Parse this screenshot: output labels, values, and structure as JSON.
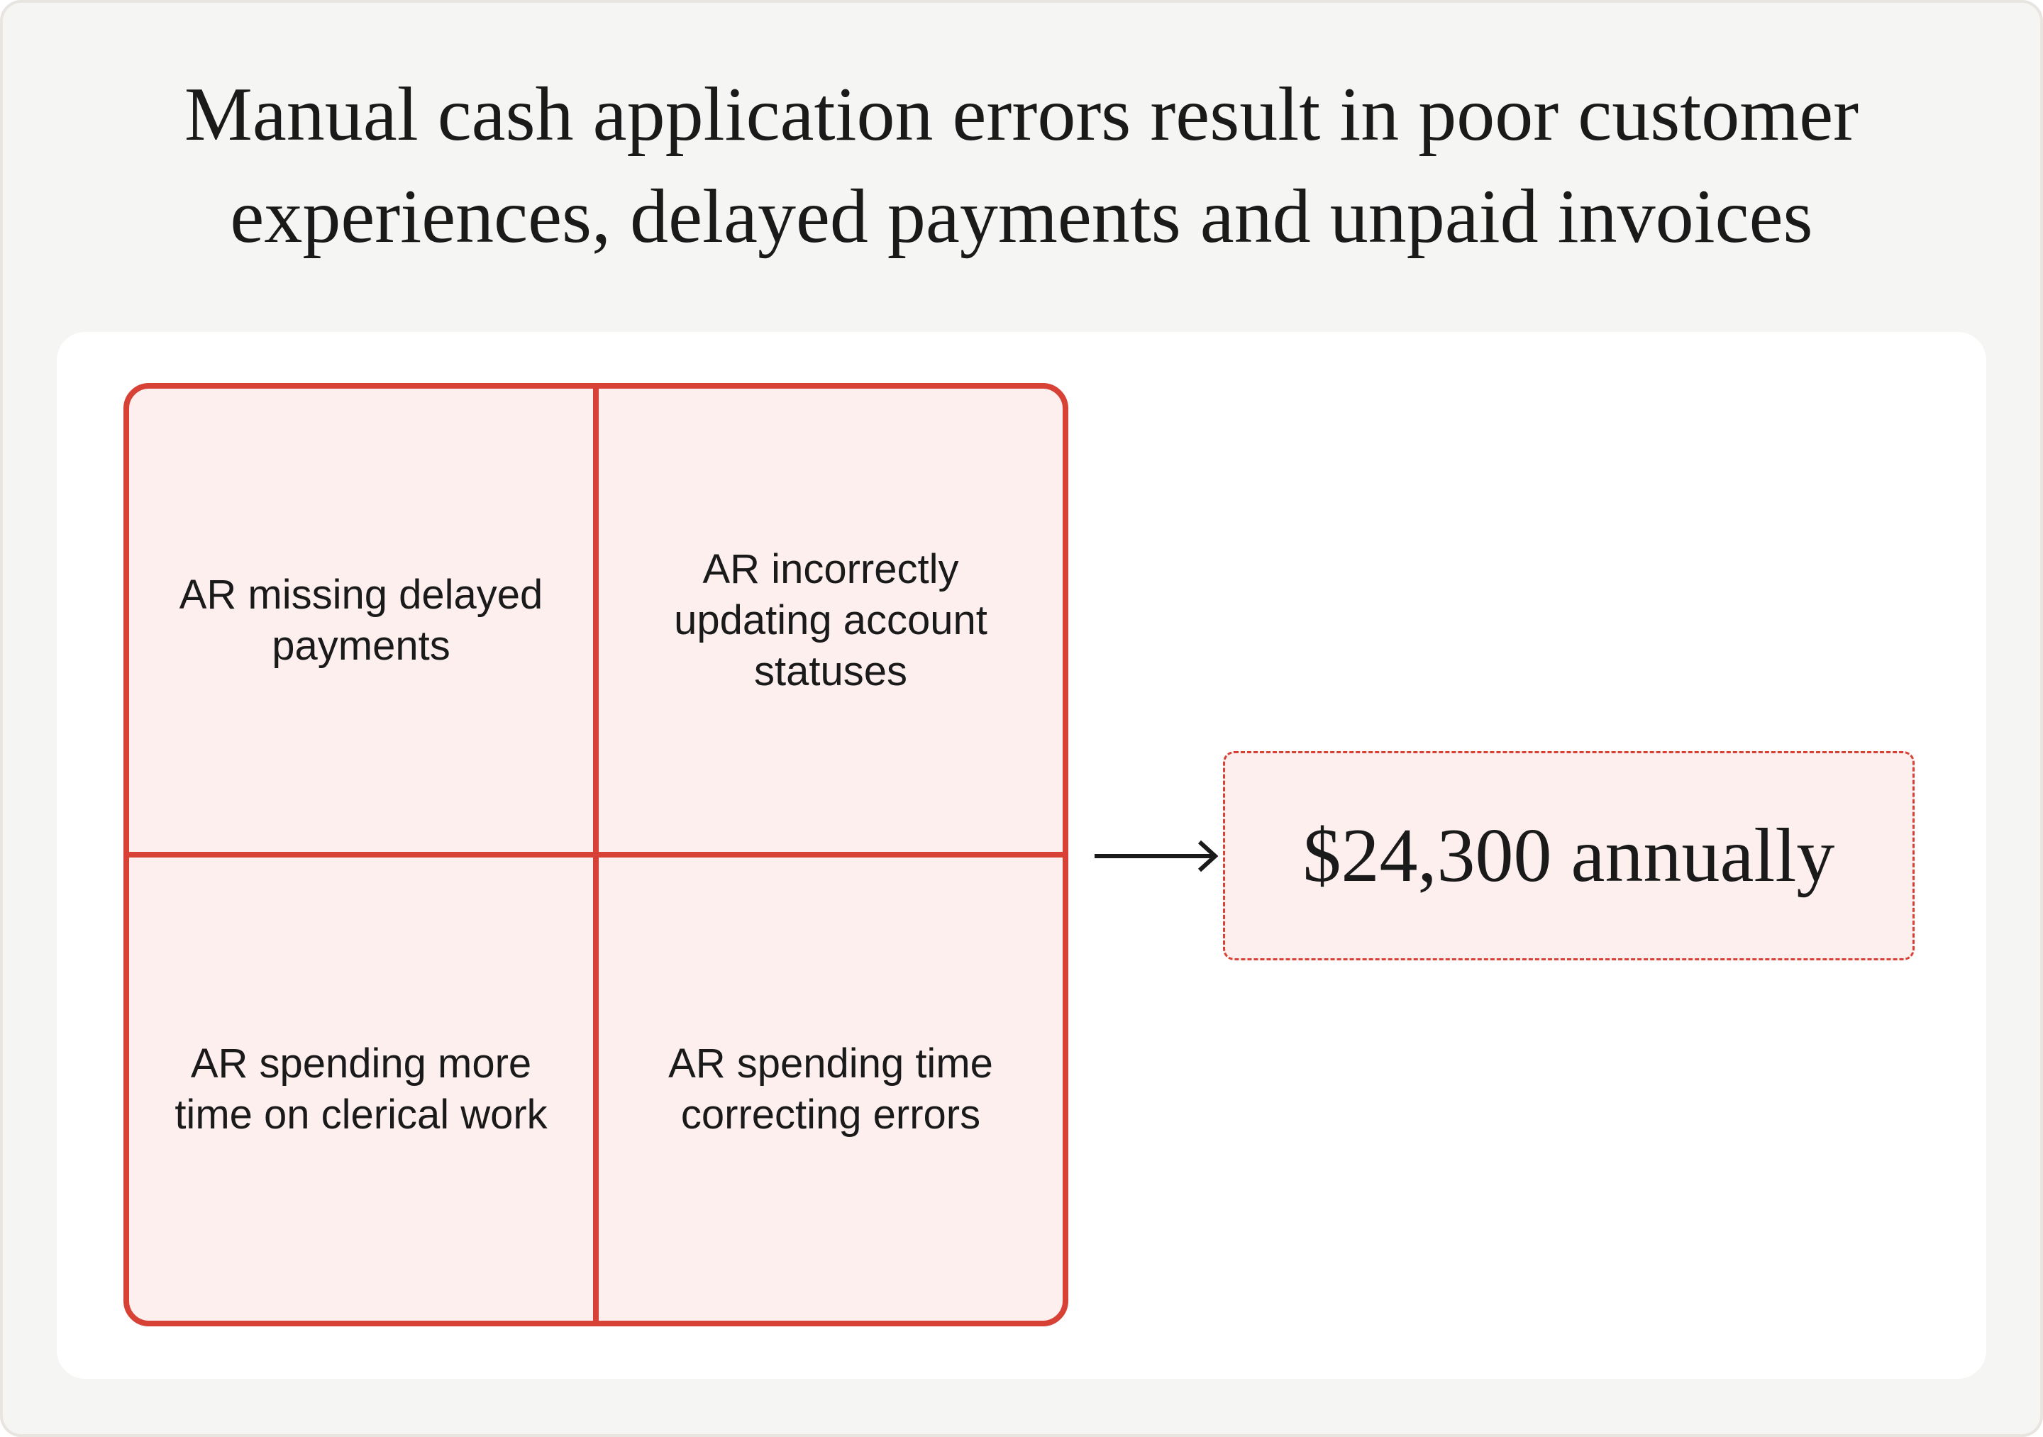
{
  "title": {
    "line1": "Manual cash application errors result in poor customer",
    "line2": "experiences, delayed payments and unpaid invoices"
  },
  "cells": [
    {
      "label": "AR missing delayed payments"
    },
    {
      "label": "AR incorrectly updating account statuses"
    },
    {
      "label": "AR spending more time on clerical work"
    },
    {
      "label": "AR spending time correcting errors"
    }
  ],
  "result": {
    "label": "$24,300 annually"
  },
  "colors": {
    "accent": "#d84236",
    "fill": "#fcefee",
    "background": "#f5f5f3"
  }
}
